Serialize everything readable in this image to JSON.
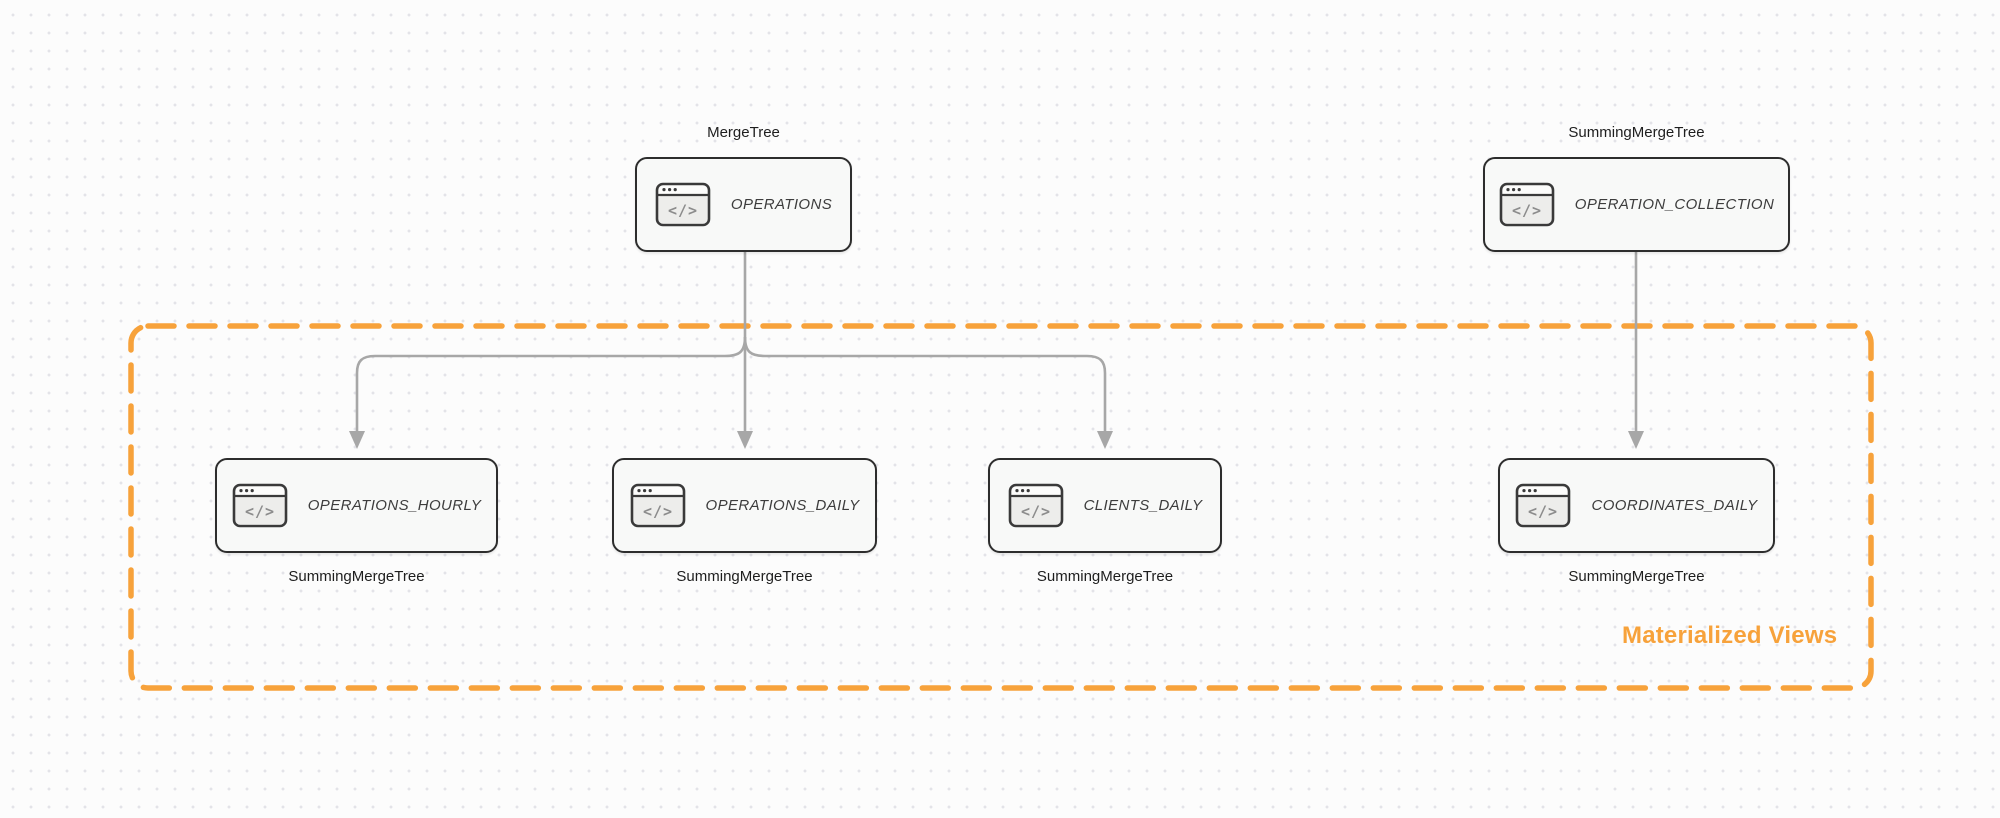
{
  "diagram": {
    "group_label": "Materialized Views"
  },
  "colors": {
    "accent": "#F7A23B",
    "node-border": "#2D2D2D",
    "node-fill": "#F8F9F8",
    "arrow": "#A7A7A7",
    "canvas-bg": "#FCFCFC",
    "canvas-dot": "#E3E3E8"
  },
  "nodes": [
    {
      "id": "operations",
      "engine": "MergeTree",
      "table": "OPERATIONS"
    },
    {
      "id": "operation_collection",
      "engine": "SummingMergeTree",
      "table": "OPERATION_COLLECTION"
    },
    {
      "id": "operations_hourly",
      "engine": "SummingMergeTree",
      "table": "OPERATIONS_HOURLY"
    },
    {
      "id": "operations_daily",
      "engine": "SummingMergeTree",
      "table": "OPERATIONS_DAILY"
    },
    {
      "id": "clients_daily",
      "engine": "SummingMergeTree",
      "table": "CLIENTS_DAILY"
    },
    {
      "id": "coordinates_daily",
      "engine": "SummingMergeTree",
      "table": "COORDINATES_DAILY"
    }
  ],
  "edges": [
    {
      "from": "OPERATIONS",
      "to": "OPERATIONS_HOURLY"
    },
    {
      "from": "OPERATIONS",
      "to": "OPERATIONS_DAILY"
    },
    {
      "from": "OPERATIONS",
      "to": "CLIENTS_DAILY"
    },
    {
      "from": "OPERATION_COLLECTION",
      "to": "COORDINATES_DAILY"
    }
  ]
}
